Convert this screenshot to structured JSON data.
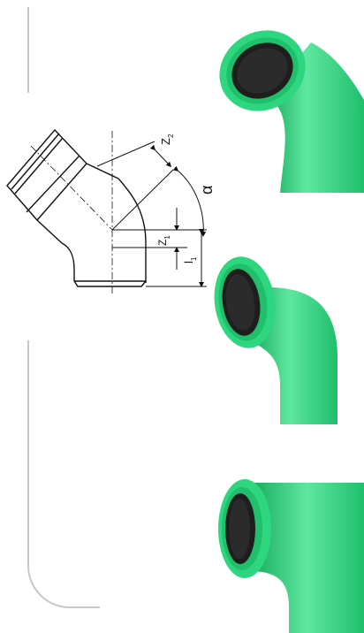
{
  "diagram": {
    "labels": {
      "z2": "Z",
      "z2_sub": "2",
      "z1": "Z",
      "z1_sub": "1",
      "l1": "l",
      "l1_sub": "1",
      "alpha": "α"
    },
    "colors": {
      "line": "#111111",
      "decor": "#c8c8c8"
    }
  },
  "products": {
    "colors": {
      "body": "#2ed67f",
      "body_light": "#5fe7a0",
      "body_dark": "#15a85c",
      "seal": "#1e1e1e"
    },
    "items": [
      {
        "angle_deg": 45
      },
      {
        "angle_deg": 67
      },
      {
        "angle_deg": 87
      }
    ]
  }
}
